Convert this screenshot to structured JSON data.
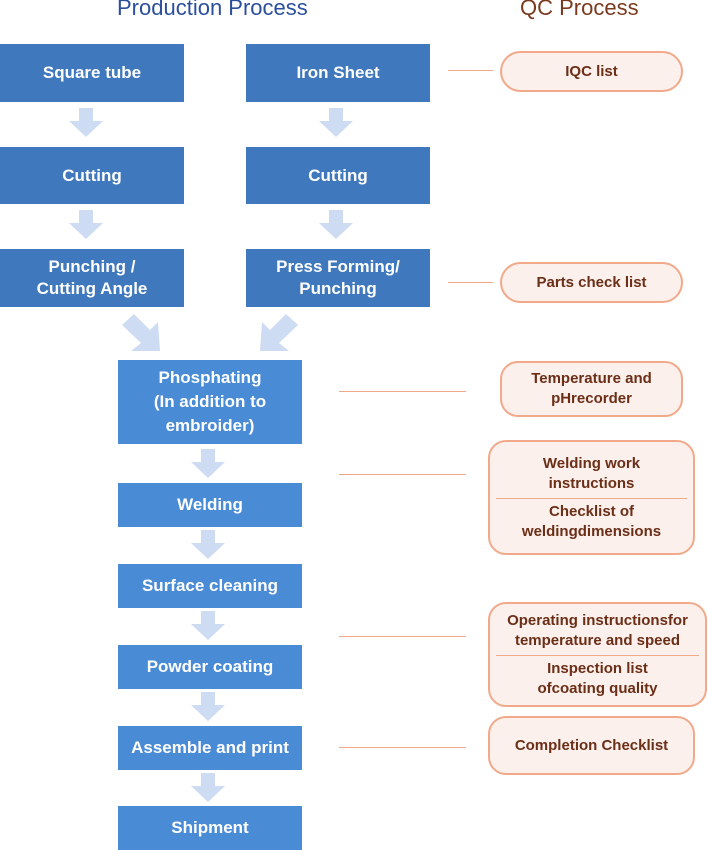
{
  "headers": {
    "production": "Production Process",
    "qc": "QC Process"
  },
  "production": {
    "left_branch": [
      "Square tube",
      "Cutting",
      "Punching /\nCutting Angle"
    ],
    "right_branch": [
      "Iron Sheet",
      "Cutting",
      "Press Forming/\nPunching"
    ],
    "main_flow": [
      "Phosphating\n(In addition to\nembroider)",
      "Welding",
      "Surface cleaning",
      "Powder coating",
      "Assemble and print",
      "Shipment"
    ]
  },
  "qc": {
    "iqc": [
      "IQC list"
    ],
    "parts": [
      "Parts check list"
    ],
    "phosphating": [
      "Temperature and\npHrecorder"
    ],
    "welding": [
      "Welding work\ninstructions",
      "Checklist of\nweldingdimensions"
    ],
    "coating": [
      "Operating instructionsfor\ntemperature and speed",
      "Inspection list\nofcoating quality"
    ],
    "completion": [
      "Completion Checklist"
    ]
  },
  "colors": {
    "step_dark": "#3f78bc",
    "step_light": "#4a8bd6",
    "arrow": "#cddcf2",
    "qc_border": "#f1a98a",
    "qc_fill": "#fcf0ed",
    "qc_text": "#6b2e16",
    "production_title": "#2b4f9c",
    "qc_title": "#7a3a1e"
  }
}
